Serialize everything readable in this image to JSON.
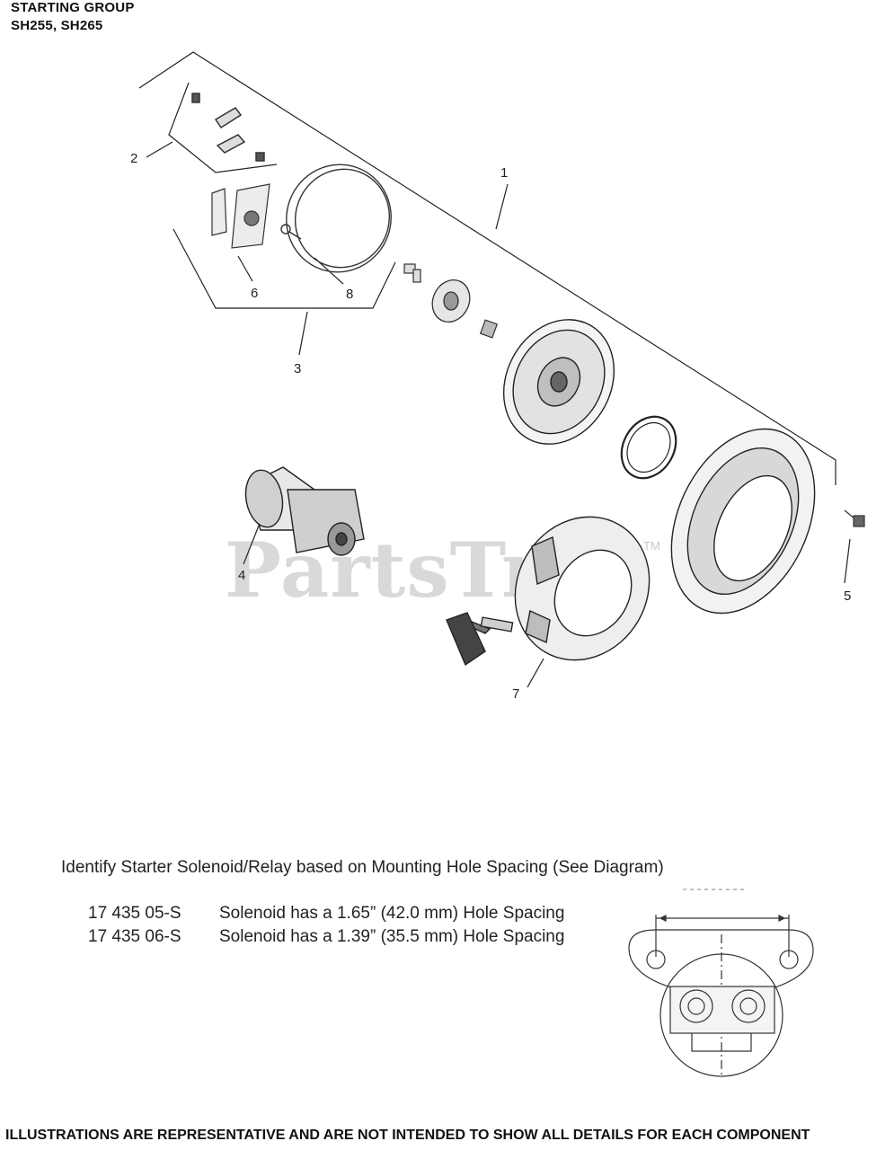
{
  "header": {
    "title": "STARTING GROUP",
    "models": "SH255, SH265"
  },
  "callouts": [
    "1",
    "2",
    "3",
    "4",
    "5",
    "6",
    "7",
    "8"
  ],
  "watermark": {
    "brand": "PartsTree",
    "trademark": "TM"
  },
  "solenoid_note": {
    "heading": "Identify Starter Solenoid/Relay based on Mounting Hole Spacing (See Diagram)",
    "rows": [
      {
        "part_number": "17 435 05-S",
        "description": "Solenoid has a 1.65” (42.0 mm) Hole Spacing"
      },
      {
        "part_number": "17 435 06-S",
        "description": "Solenoid has a 1.39” (35.5 mm) Hole Spacing"
      }
    ]
  },
  "footer": "ILLUSTRATIONS ARE REPRESENTATIVE AND ARE NOT INTENDED TO SHOW ALL DETAILS FOR EACH COMPONENT"
}
